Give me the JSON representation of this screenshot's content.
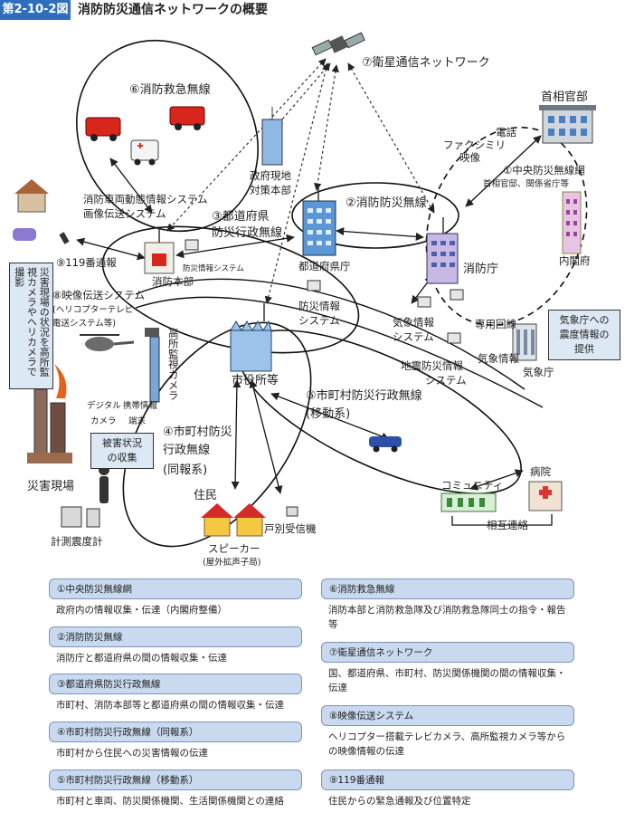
{
  "header": {
    "figure_label": "第2-10-2図",
    "title": "消防防災通信ネットワークの概要"
  },
  "diagram": {
    "satellite": "⑦衛星通信ネットワーク",
    "kantei": "首相官部",
    "comm_modes": [
      "電話",
      "ファクシミリ",
      "映像"
    ],
    "central": "①中央防災無線網",
    "central_sub": "首相官邸、関係省庁等",
    "cabinet": "内閣府",
    "fire_emergency": "⑥消防救急無線",
    "vehicle_info": [
      "消防車両動態情報システム",
      "画像伝送システム"
    ],
    "gov_hq": [
      "政府現地",
      "対策本部"
    ],
    "fdma_net": "②消防防災無線",
    "pref_net": [
      "③都道府県",
      "防災行政無線"
    ],
    "pref_office": "都道府県庁",
    "fdma": "消防庁",
    "call_119": "⑨119番通報",
    "fire_hq": "消防本部",
    "fire_info_sys": "防災情報システム",
    "video": [
      "⑧映像伝送システム",
      "(ヘリコプターテレビ",
      "電送システム等)"
    ],
    "highcam": "高所監視カメラ",
    "disaster_info_sys": [
      "防災情報",
      "システム"
    ],
    "met_info_sys": [
      "気象情報",
      "システム"
    ],
    "quake_info_sys": [
      "地震防災情報",
      "システム"
    ],
    "dedicated_line": "専用回線",
    "met_info": "気象情報",
    "jma": "気象庁",
    "jma_note": [
      "気象庁への",
      "震度情報の",
      "提供"
    ],
    "city_hall": "市役所等",
    "muni_mobile": [
      "⑤市町村防災行政無線",
      "(移動系)"
    ],
    "muni_broadcast": [
      "④市町村防災",
      "行政無線",
      "(同報系)"
    ],
    "devices": [
      "デジタル",
      "カメラ",
      "携帯情報",
      "端末"
    ],
    "damage_collect": [
      "被害状況",
      "の収集"
    ],
    "site_camera_note": "災害現場の状況を高所監視カメラやヘリカメラで撮影",
    "site": "災害現場",
    "seismometer": "計測震度計",
    "residents": "住民",
    "household_receiver": "戸別受信機",
    "speaker": [
      "スピーカー",
      "(屋外拡声子局)"
    ],
    "community": "コミュニティ",
    "hospital": "病院",
    "mutual": "相互連絡"
  },
  "legend": [
    {
      "title": "①中央防災無線網",
      "body": "政府内の情報収集・伝達（内閣府整備）"
    },
    {
      "title": "②消防防災無線",
      "body": "消防庁と都道府県の間の情報収集・伝達"
    },
    {
      "title": "③都道府県防災行政無線",
      "body": "市町村、消防本部等と都道府県の間の情報収集・伝達"
    },
    {
      "title": "④市町村防災行政無線（同報系）",
      "body": "市町村から住民への災害情報の伝達"
    },
    {
      "title": "⑤市町村防災行政無線（移動系）",
      "body": "市町村と車両、防災関係機関、生活関係機関との連絡"
    },
    {
      "title": "⑥消防救急無線",
      "body": "消防本部と消防救急隊及び消防救急隊同士の指令・報告等"
    },
    {
      "title": "⑦衛星通信ネットワーク",
      "body": "国、都道府県、市町村、防災関係機関の間の情報収集・伝達"
    },
    {
      "title": "⑧映像伝送システム",
      "body": "ヘリコプター搭載テレビカメラ、高所監視カメラ等からの映像情報の伝達"
    },
    {
      "title": "⑨119番通報",
      "body": "住民からの緊急通報及び位置特定"
    }
  ]
}
